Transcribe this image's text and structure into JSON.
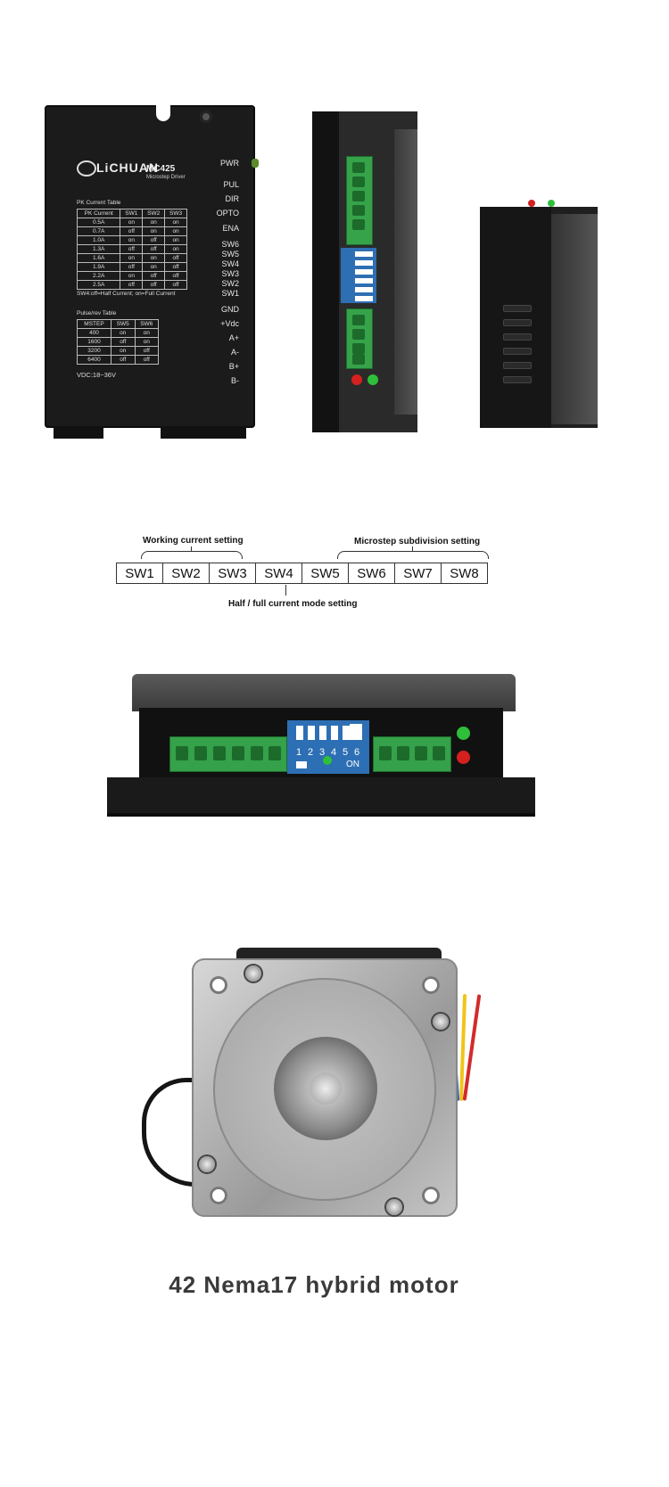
{
  "driver_front": {
    "brand": "LiCHUAN",
    "model": "MC425",
    "model_sub": "Microstep Driver",
    "terminals": [
      "PWR",
      "PUL",
      "DIR",
      "OPTO",
      "ENA",
      "SW6",
      "SW5",
      "SW4",
      "SW3",
      "SW2",
      "SW1",
      "GND",
      "+Vdc",
      "A+",
      "A-",
      "B+",
      "B-"
    ],
    "current_table_title": "PK Current Table",
    "current_table_header": [
      "PK Current",
      "SW1",
      "SW2",
      "SW3"
    ],
    "current_table_rows": [
      [
        "0.5A",
        "on",
        "on",
        "on"
      ],
      [
        "0.7A",
        "off",
        "on",
        "on"
      ],
      [
        "1.0A",
        "on",
        "off",
        "on"
      ],
      [
        "1.3A",
        "off",
        "off",
        "on"
      ],
      [
        "1.6A",
        "on",
        "on",
        "off"
      ],
      [
        "1.9A",
        "off",
        "on",
        "off"
      ],
      [
        "2.2A",
        "on",
        "off",
        "off"
      ],
      [
        "2.5A",
        "off",
        "off",
        "off"
      ]
    ],
    "sw4_note": "SW4:off=Half Current; on=Full Current",
    "pulse_table_title": "Pulse/rev Table",
    "pulse_table_header": [
      "MSTEP",
      "SW5",
      "SW6"
    ],
    "pulse_table_rows": [
      [
        "400",
        "on",
        "on"
      ],
      [
        "1600",
        "off",
        "on"
      ],
      [
        "3200",
        "on",
        "off"
      ],
      [
        "6400",
        "off",
        "off"
      ]
    ],
    "vdc": "VDC:18~36V"
  },
  "dip_diagram": {
    "working_current_label": "Working current setting",
    "microstep_label": "Microstep subdivision setting",
    "half_full_label": "Half / full current mode setting",
    "switches": [
      "SW1",
      "SW2",
      "SW3",
      "SW4",
      "SW5",
      "SW6",
      "SW7",
      "SW8"
    ]
  },
  "end_view": {
    "dip_numbers": [
      "1",
      "2",
      "3",
      "4",
      "5",
      "6"
    ],
    "dip_on_label": "ON"
  },
  "caption": "42 Nema17 hybrid motor",
  "colors": {
    "terminal_green": "#36a34a",
    "dip_blue": "#2e6fb3",
    "led_green": "#2fbf3a",
    "led_red": "#d52020"
  }
}
